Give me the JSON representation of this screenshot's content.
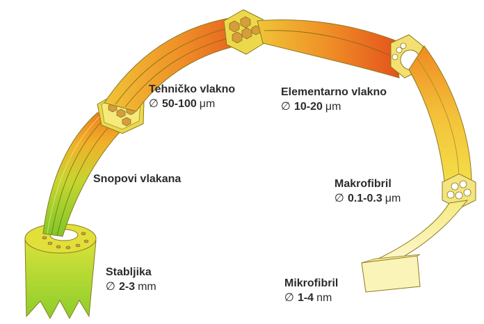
{
  "labels": {
    "stabljika": {
      "name": "Stabljika",
      "symbol": "∅",
      "value": "2-3",
      "unit": "mm"
    },
    "snopovi": {
      "name": "Snopovi vlakana"
    },
    "tehnicko": {
      "name": "Tehničko vlakno",
      "symbol": "∅",
      "value": "50-100",
      "unit": "μm"
    },
    "elementarno": {
      "name": "Elementarno vlakno",
      "symbol": "∅",
      "value": "10-20",
      "unit": "μm"
    },
    "makrofibril": {
      "name": "Makrofibril",
      "symbol": "∅",
      "value": "0.1-0.3",
      "unit": "μm"
    },
    "mikrofibril": {
      "name": "Mikrofibril",
      "symbol": "∅",
      "value": "1-4",
      "unit": "nm"
    }
  },
  "colors": {
    "stem_green": "#7ec828",
    "yellow": "#f2e64a",
    "orange": "#ef8a22",
    "red_orange": "#e4521c",
    "pale_yellow": "#fbf4b8",
    "outline": "#8a7a22"
  }
}
